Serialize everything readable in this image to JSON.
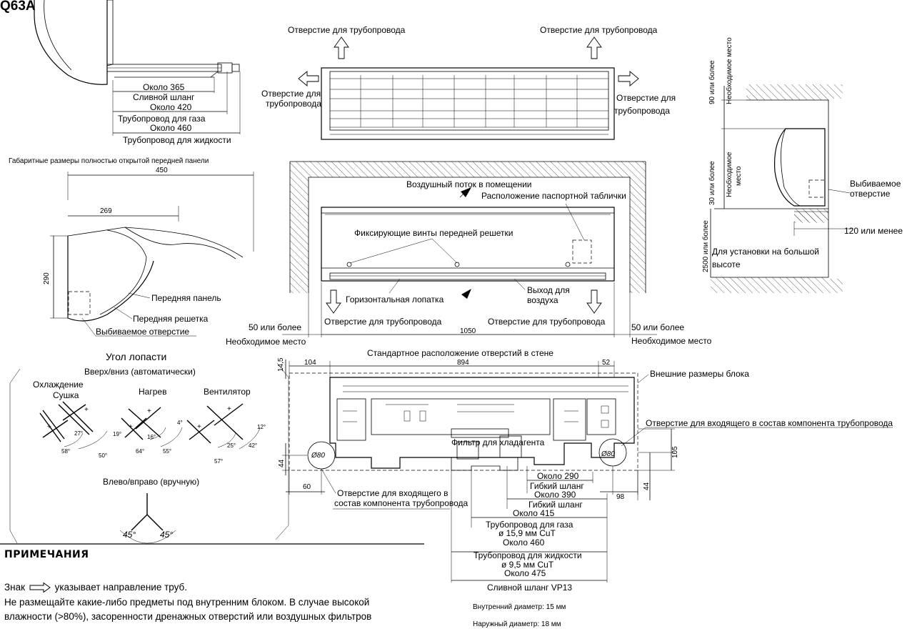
{
  "model_label": "Q63A",
  "side_view": {
    "about_365": "Около 365",
    "drain_hose": "Сливной шланг",
    "about_420": "Около 420",
    "gas_pipe": "Трубопровод для газа",
    "about_460": "Около 460",
    "liquid_pipe": "Трубопровод для жидкости"
  },
  "open_panel": {
    "title": "Габаритные размеры полностью открытой передней панели",
    "dim_450": "450",
    "dim_269": "269",
    "dim_290": "290",
    "front_panel": "Передняя панель",
    "front_grille": "Передняя решетка",
    "knockout": "Выбиваемое отверстие"
  },
  "top_view": {
    "pipe_hole_top_left": "Отверстие для трубопровода",
    "pipe_hole_top_right": "Отверстие для трубопровода",
    "pipe_hole_left_1": "Отверстие для",
    "pipe_hole_left_2": "трубопровода",
    "pipe_hole_right_1": "Отверстие для",
    "pipe_hole_right_2": "трубопровода"
  },
  "front_view": {
    "indoor_airflow": "Воздушный поток в помещении",
    "nameplate": "Расположение паспортной таблички",
    "grille_screws": "Фиксирующие винты передней решетки",
    "horizontal_louver": "Горизонтальная лопатка",
    "air_outlet_1": "Выход для",
    "air_outlet_2": "воздуха",
    "pipe_hole_bl": "Отверстие для трубопровода",
    "pipe_hole_br": "Отверстие для трубопровода",
    "left_clear": "50 или более",
    "left_req": "Необходимое место",
    "right_clear": "50 или более",
    "right_req": "Необходимое место",
    "width": "1050"
  },
  "side_install": {
    "top_clear": "90 или более",
    "top_req": "Необходимое место",
    "mid_clear": "30 или более",
    "mid_req_1": "Необходимое",
    "mid_req_2": "место",
    "floor_clear": "2500 или более",
    "high_install_1": "Для установки на большой",
    "high_install_2": "высоте",
    "knockout_1": "Выбиваемое",
    "knockout_2": "отверстие",
    "dim_120": "120 или менее"
  },
  "louver": {
    "title": "Угол лопасти",
    "up_down": "Вверх/вниз (автоматически)",
    "cool": "Охлаждение",
    "dry": "Сушка",
    "heat": "Нагрев",
    "fan": "Вентилятор",
    "left_right": "Влево/вправо (вручную)",
    "a27": "27°",
    "a58": "58°",
    "a19": "19°",
    "a50": "50°",
    "a16": "16°",
    "a64": "64°",
    "a4": "4°",
    "a55": "55°",
    "a25": "25°",
    "a57": "57°",
    "a12": "12°",
    "a42": "42°",
    "a45l": "45°",
    "a45r": "45°"
  },
  "wall_plate": {
    "title": "Стандартное расположение отверстий в стене",
    "dim_104": "104",
    "dim_894": "894",
    "dim_52": "52",
    "dim_14_5": "14,5",
    "outer_dims": "Внешние размеры блока",
    "pipe_component_hole": "Отверстие для входящего в состав компонента трубопровода",
    "refrigerant_filter": "Фильтр для хладагента",
    "phi80_l": "Ø80",
    "phi80_r": "Ø80",
    "dim_44_l": "44",
    "dim_60": "60",
    "left_hole_1": "Отверстие для входящего в",
    "left_hole_2": "состав компонента трубопровода",
    "dim_105": "105",
    "dim_44_r": "44",
    "dim_98": "98"
  },
  "hoses": {
    "about_290": "Около 290",
    "flex_hose_1": "Гибкий шланг",
    "about_390": "Около 390",
    "flex_hose_2": "Гибкий шланг",
    "about_415": "Около 415",
    "gas_pipe": "Трубопровод для газа",
    "gas_dia": "ø 15,9 мм CuT",
    "about_460": "Около 460",
    "liquid_pipe": "Трубопровод для жидкости",
    "liquid_dia": "ø 9,5 мм CuT",
    "about_475": "Около 475",
    "drain_hose": "Сливной шланг VP13",
    "inner_dia": "Внутренний диаметр: 15 мм",
    "outer_dia": "Наружный диаметр: 18 мм"
  },
  "notes": {
    "title": "ПРИМЕЧАНИЯ",
    "line1_a": "Знак",
    "line1_b": "указывает направление труб.",
    "line2": "Не размещайте какие-либо предметы под внутренним блоком. В случае высокой",
    "line3": "влажности (>80%), засоренности дренажных отверстий или воздушных фильтров"
  }
}
